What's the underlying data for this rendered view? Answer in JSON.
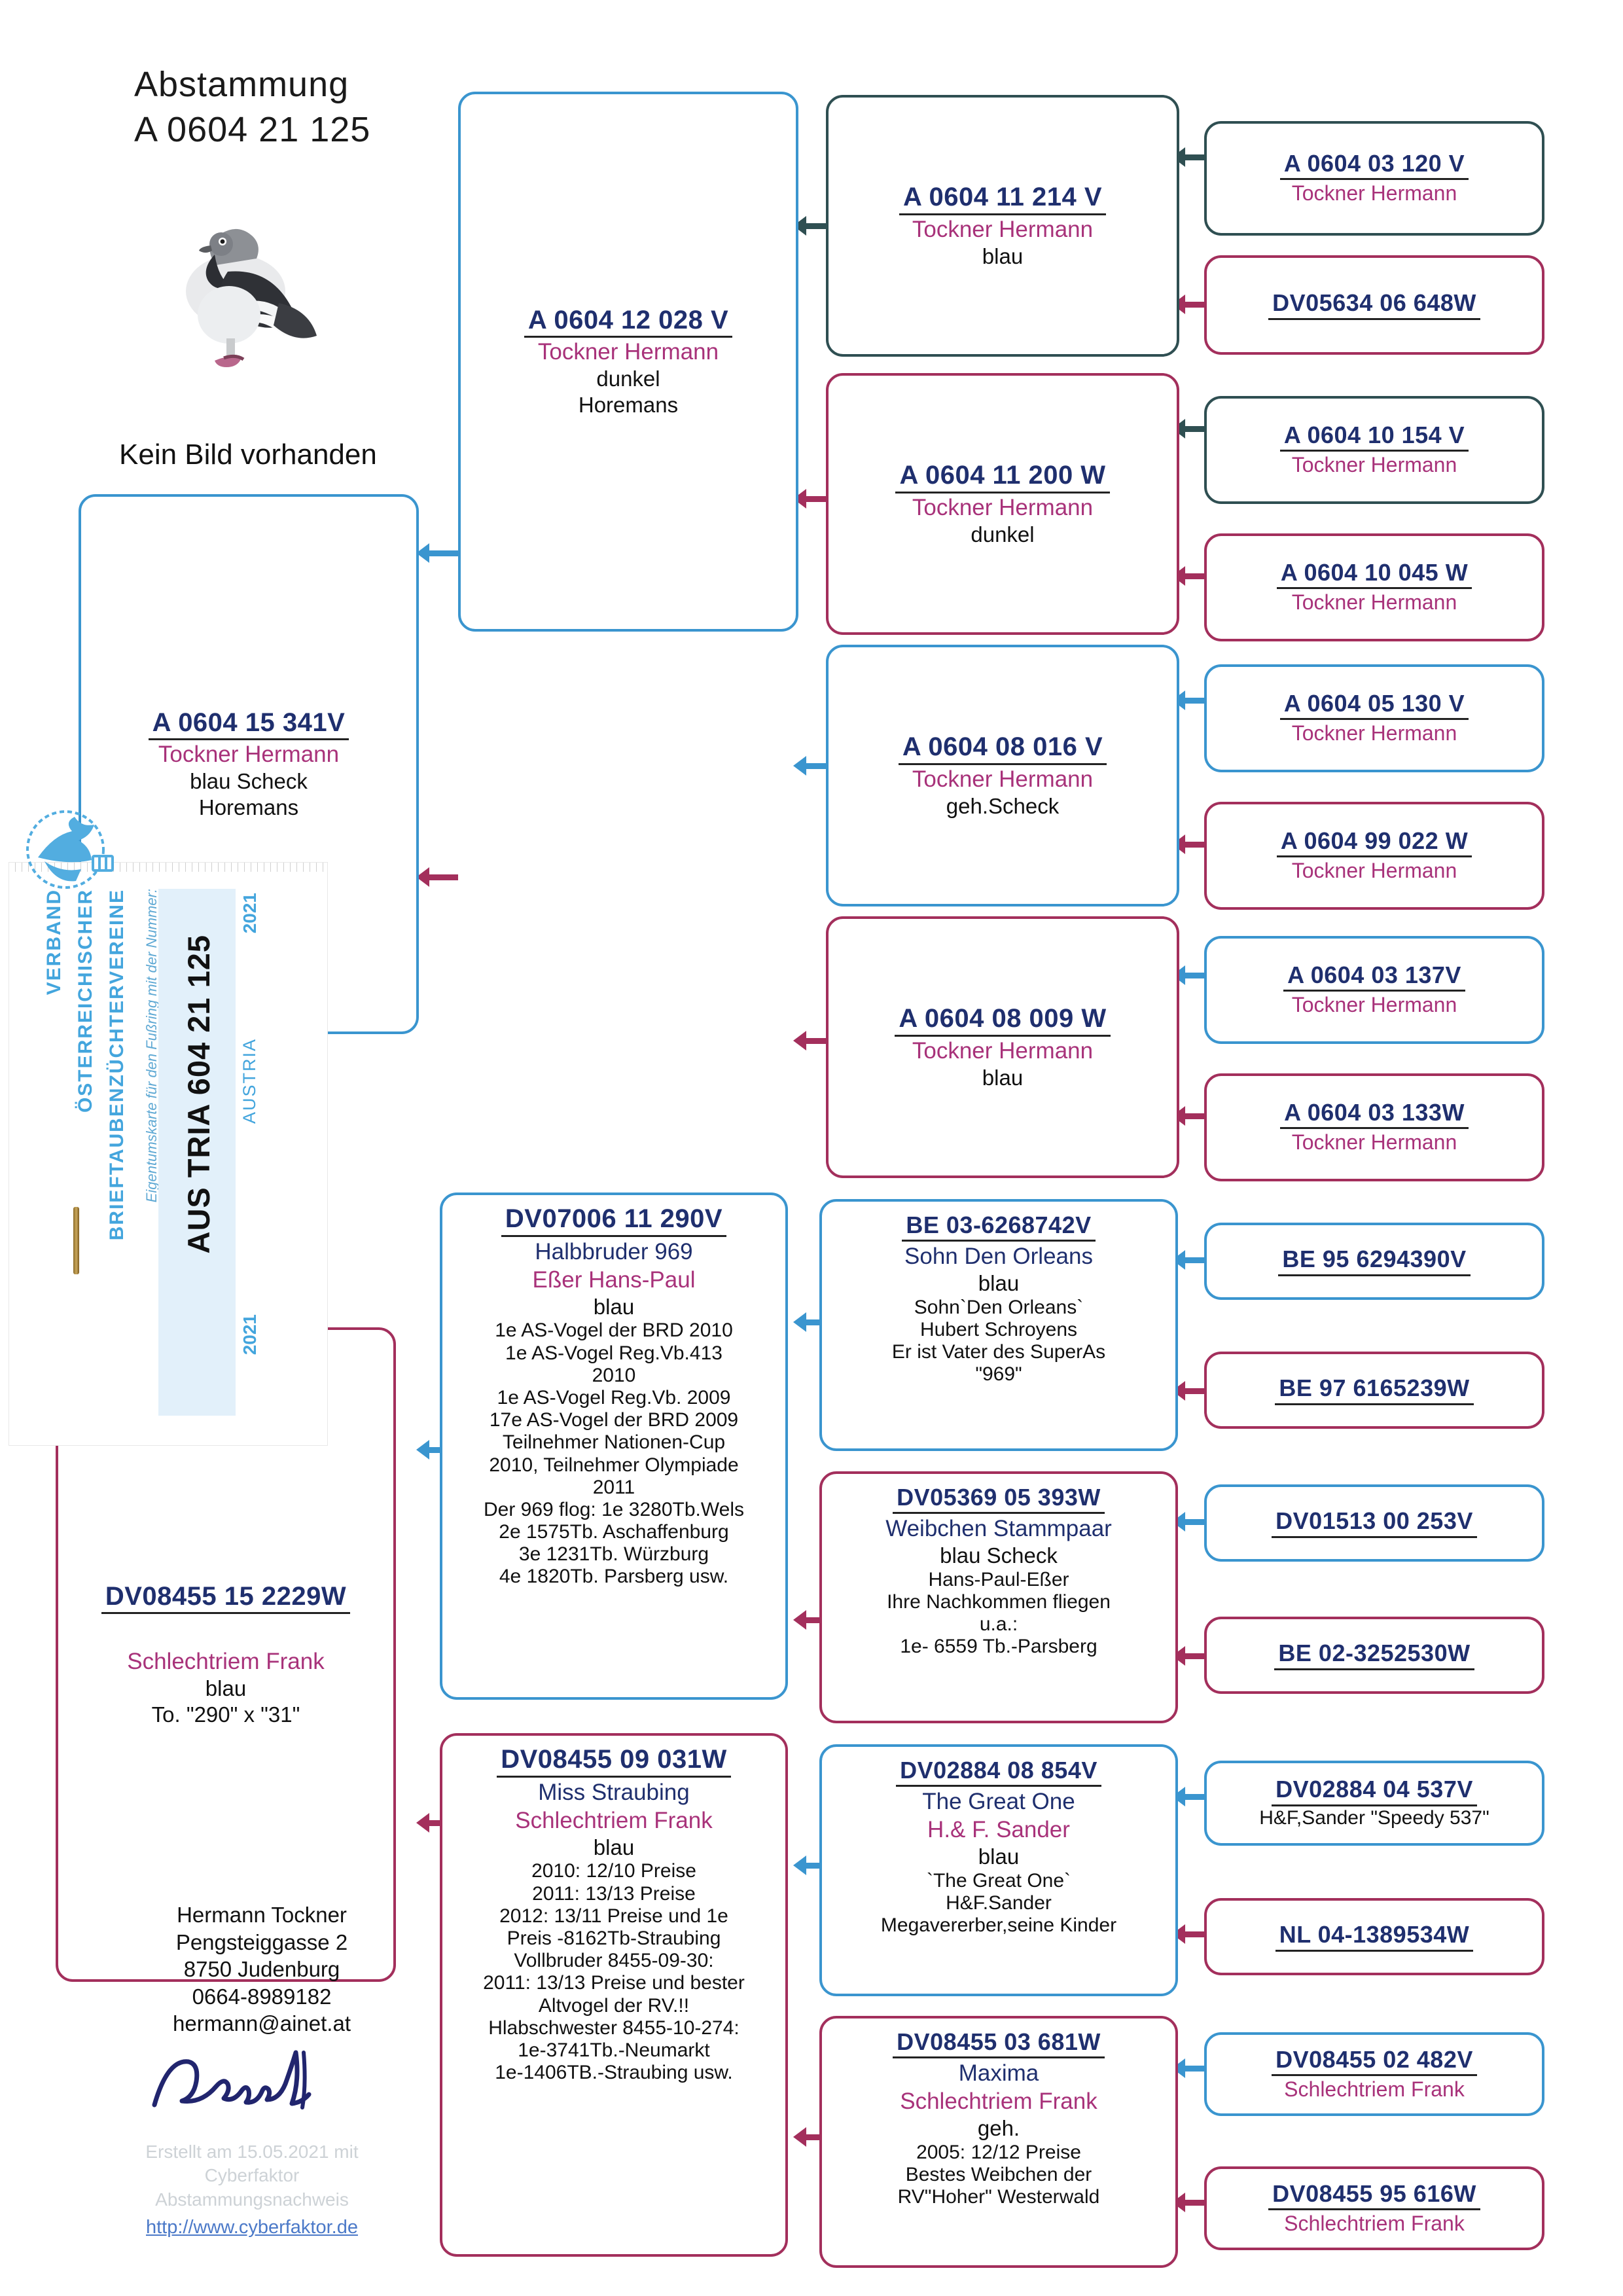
{
  "header": {
    "title": "Abstammung\nA  0604 21 125",
    "no_image_caption": "Kein Bild vorhanden"
  },
  "colors": {
    "cock_blue": "#3a95cf",
    "hen_red": "#a32f5c",
    "dark": "#2f4f52",
    "ring_ink": "#1f2f6e",
    "owner_ink": "#a8327a",
    "card_blue": "#43a5dd",
    "link": "#4b79c8"
  },
  "ownership_card": {
    "line1": "VERBAND",
    "line2": "ÖSTERREICHISCHER",
    "line3": "BRIEFTAUBENZÜCHTERVEREINE",
    "subtitle": "Eigentumskarte für den Fußring mit der Nummer:",
    "ring": "AUS TRIA 604 21 125",
    "year_top": "2021",
    "country": "AUSTRIA",
    "year_bottom": "2021"
  },
  "pedigree": {
    "sire": {
      "ring": "A  0604 12 028 V",
      "owner": "Tockner Hermann",
      "color": "dunkel",
      "strain": "Horemans"
    },
    "dam": {
      "ring": "A  0604 15 341V",
      "owner": "Tockner Hermann",
      "color": "blau Scheck",
      "strain": "Horemans"
    },
    "gen2": [
      {
        "ring": "A  0604 11 214 V",
        "owner": "Tockner Hermann",
        "color": "blau"
      },
      {
        "ring": "A  0604 11 200 W",
        "owner": "Tockner Hermann",
        "color": "dunkel"
      },
      {
        "ring": "A  0604 08 016 V",
        "owner": "Tockner Hermann",
        "color": "geh.Scheck"
      },
      {
        "ring": "A  0604 08 009 W",
        "owner": "Tockner Hermann",
        "color": "blau"
      }
    ],
    "gen3": [
      {
        "ring": "A  0604 03 120 V",
        "owner": "Tockner Hermann"
      },
      {
        "ring": "DV05634 06 648W",
        "owner": ""
      },
      {
        "ring": "A  0604 10 154 V",
        "owner": "Tockner Hermann"
      },
      {
        "ring": "A  0604 10 045 W",
        "owner": "Tockner Hermann"
      },
      {
        "ring": "A  0604 05 130 V",
        "owner": "Tockner Hermann"
      },
      {
        "ring": "A  0604 99 022 W",
        "owner": "Tockner Hermann"
      },
      {
        "ring": "A  0604 03 137V",
        "owner": "Tockner Hermann"
      },
      {
        "ring": "A  0604 03 133W",
        "owner": "Tockner Hermann"
      }
    ],
    "mother_line": {
      "dam2": {
        "ring": "DV08455 15 2229W",
        "owner": "Schlechtriem Frank",
        "color": "blau",
        "pairing": "To. \"290\" x \"31\""
      },
      "gen2": [
        {
          "ring": "DV07006 11 290V",
          "nick": "Halbbruder 969",
          "owner": "Eßer Hans-Paul",
          "color": "blau",
          "notes": [
            "1e AS-Vogel der BRD 2010",
            "1e AS-Vogel Reg.Vb.413",
            "2010",
            "1e AS-Vogel Reg.Vb. 2009",
            "17e AS-Vogel der BRD 2009",
            "Teilnehmer Nationen-Cup",
            "2010, Teilnehmer Olympiade",
            "2011",
            "Der 969 flog: 1e 3280Tb.Wels",
            "2e 1575Tb. Aschaffenburg",
            "3e 1231Tb. Würzburg",
            "4e 1820Tb. Parsberg  usw."
          ]
        },
        {
          "ring": "DV08455 09 031W",
          "nick": "Miss Straubing",
          "owner": "Schlechtriem Frank",
          "color": "blau",
          "notes": [
            "2010: 12/10 Preise",
            "2011: 13/13 Preise",
            "2012: 13/11 Preise und 1e",
            "Preis -8162Tb-Straubing",
            "Vollbruder 8455-09-30:",
            "2011: 13/13 Preise und bester",
            "Altvogel der RV.!!",
            "Hlabschwester 8455-10-274:",
            "1e-3741Tb.-Neumarkt",
            "1e-1406TB.-Straubing usw."
          ]
        }
      ],
      "gen3": [
        {
          "ring": "BE 03-6268742V",
          "nick": "Sohn Den Orleans",
          "color": "blau",
          "notes": [
            "Sohn`Den Orleans`",
            "Hubert Schroyens",
            "Er ist Vater des SuperAs",
            "\"969\""
          ]
        },
        {
          "ring": "DV05369 05 393W",
          "nick": "Weibchen Stammpaar",
          "color": "blau Scheck",
          "notes": [
            "Hans-Paul-Eßer",
            "Ihre Nachkommen fliegen",
            "u.a.:",
            "1e- 6559 Tb.-Parsberg"
          ]
        },
        {
          "ring": "DV02884 08 854V",
          "nick": "The Great One",
          "owner": "H.& F. Sander",
          "color": "blau",
          "notes": [
            "`The Great One`",
            "H&F.Sander",
            "Megavererber,seine Kinder"
          ]
        },
        {
          "ring": "DV08455 03 681W",
          "nick": "Maxima",
          "owner": "Schlechtriem Frank",
          "color": "geh.",
          "notes": [
            "2005: 12/12 Preise",
            "Bestes Weibchen der",
            "RV\"Hoher\" Westerwald"
          ]
        }
      ],
      "gen4": [
        {
          "ring": "BE 95 6294390V",
          "sub": ""
        },
        {
          "ring": "BE 97 6165239W",
          "sub": ""
        },
        {
          "ring": "DV01513 00 253V",
          "sub": ""
        },
        {
          "ring": "BE 02-3252530W",
          "sub": ""
        },
        {
          "ring": "DV02884 04 537V",
          "sub": "H&F,Sander   \"Speedy 537\""
        },
        {
          "ring": "NL 04-1389534W",
          "sub": ""
        },
        {
          "ring": "DV08455 02 482V",
          "sub": "Schlechtriem Frank"
        },
        {
          "ring": "DV08455 95 616W",
          "sub": "Schlechtriem Frank"
        }
      ]
    }
  },
  "footer": {
    "address": "Hermann Tockner\nPengsteiggasse 2\n8750 Judenburg\n0664-8989182\nhermann@ainet.at",
    "generated": "Erstellt am 15.05.2021 mit\nCyberfaktor\nAbstammungsnachweis",
    "url": "http://www.cyberfaktor.de"
  }
}
